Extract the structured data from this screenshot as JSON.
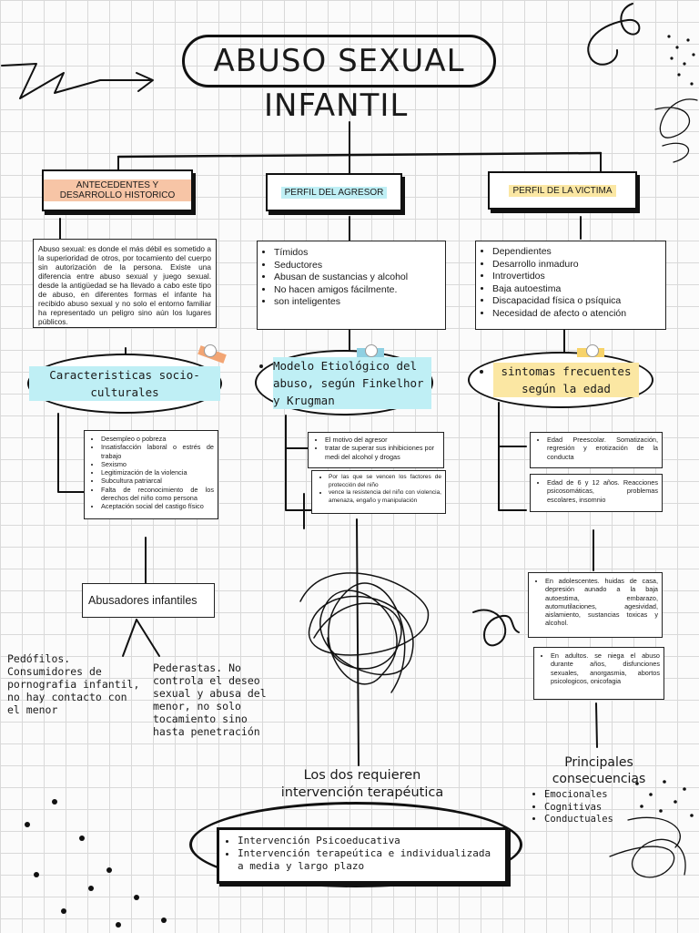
{
  "title": {
    "line1": "ABUSO SEXUAL",
    "line2": "INFANTIL"
  },
  "columns": [
    {
      "header": "ANTECEDENTES Y DESARROLLO HISTORICO",
      "body": "Abuso sexual: es donde el más débil es sometido a la superioridad de otros, por tocamiento del cuerpo sin autorización de la persona. Existe una diferencia entre abuso sexual y juego sexual. desde la antigüedad se ha llevado a cabo este tipo de abuso, en diferentes formas el infante ha recibido abuso sexual y no solo el entorno familiar ha representado un peligro sino aún los lugares públicos.",
      "oval": "Caracteristicas socio-culturales",
      "factors": [
        "Desempleo o pobreza",
        "Insatisfacción laboral o estrés de trabajo",
        "Sexismo",
        "Legitimización de la violencia",
        "Subcultura patriarcal",
        "Falta de reconocimiento de los derechos del niño como persona",
        "Aceptación social del castigo físico"
      ],
      "abusers": "Abusadores infantiles",
      "pedofilos": "Pedófilos. Consumidores de pornografia infantil, no hay contacto con el menor",
      "pederastas": "Pederastas. No controla el deseo sexual y abusa del menor, no solo tocamiento sino hasta penetración"
    },
    {
      "header": "PERFIL DEL AGRESOR",
      "items": [
        "Tímidos",
        "Seductores",
        "Abusan de sustancias y alcohol",
        "No hacen amigos fácilmente.",
        "son inteligentes"
      ],
      "oval": "Modelo Etiológico del abuso, según Finkelhor y Krugman",
      "box1": [
        "El motivo del agresor",
        "tratar de superar sus inhibiciones por medi del alcohol y drogas"
      ],
      "box2": [
        "Por las que se vencen los factores de protección del niño",
        "vence la resistencia del niño con violencia, amenaza, engaño y manipulación"
      ]
    },
    {
      "header": "PERFIL DE LA VICTIMA",
      "items": [
        "Dependientes",
        "Desarrollo inmaduro",
        "Introvertidos",
        "Baja autoestima",
        "Discapacidad física o psíquica",
        "Necesidad de afecto o atención"
      ],
      "oval": "sintomas frecuentes según la edad",
      "box1": "Edad Preescolar. Somatización, regresión y erotización de la conducta",
      "box2": "Edad de 6 y 12 años. Reacciones psicosomáticas, problemas escolares, insomnio",
      "box3": "En adolescentes. huidas de casa, depresión aunado a la baja autoestima, embarazo, automutilaciones, agesividad, aislamiento, sustancias toxicas y alcohol.",
      "box4": "En adultos. se niega el abuso durante años, disfunciones sexuales, anorgasmia, abortos psicologicos, onicofagia"
    }
  ],
  "bottom": {
    "caption": "Los dos requieren intervención terapéutica",
    "interventions": [
      "Intervención Psicoeducativa",
      "Intervención terapeútica e individualizada a media y largo plazo"
    ],
    "consequences_title": "Principales consecuencias",
    "consequences": [
      "Emocionales",
      "Cognitivas",
      "Conductuales"
    ]
  },
  "colors": {
    "orange": "#f7c5a6",
    "cyan": "#bfeff5",
    "yellow": "#fbe7a3"
  }
}
